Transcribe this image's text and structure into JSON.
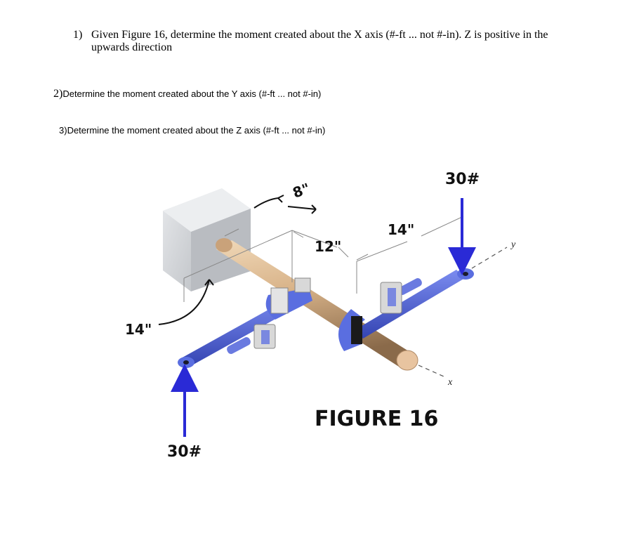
{
  "questions": [
    {
      "number": "1)",
      "text": "Given Figure 16, determine the moment created about the X axis (#-ft ... not #-in). Z is positive in the upwards direction"
    },
    {
      "number": "2)",
      "text": "Determine the moment created about the Y axis (#-ft ... not #-in)"
    },
    {
      "number": "3)",
      "text": "Determine the moment created about the Z axis (#-ft ... not #-in)"
    }
  ],
  "figure": {
    "caption": "FIGURE 16",
    "labels": {
      "dim_8in": "8\"",
      "dim_12in": "12\"",
      "dim_14in_top": "14\"",
      "dim_14in_left": "14\"",
      "force_top": "30#",
      "force_bottom": "30#",
      "axis_y": "y",
      "axis_x": "x"
    },
    "colors": {
      "wrench": "#4a5fd0",
      "force_arrow": "#2a2ad6",
      "pipe": "#d9b48a",
      "wall": "#cdd0d4"
    }
  }
}
